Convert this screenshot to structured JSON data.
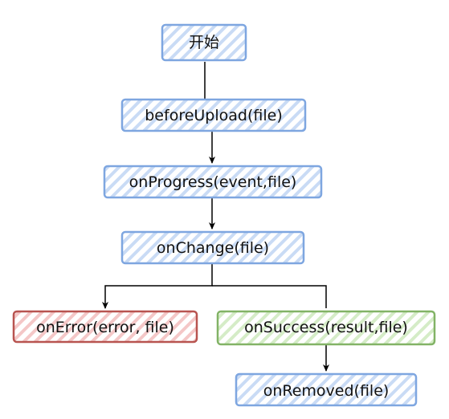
{
  "nodes": {
    "start": {
      "label": "开始",
      "style": "blue"
    },
    "before_upload": {
      "label": "beforeUpload(file)",
      "style": "blue"
    },
    "on_progress": {
      "label": "onProgress(event,file)",
      "style": "blue"
    },
    "on_change": {
      "label": "onChange(file)",
      "style": "blue"
    },
    "on_error": {
      "label": "onError(error, file)",
      "style": "red"
    },
    "on_success": {
      "label": "onSuccess(result,file)",
      "style": "green"
    },
    "on_removed": {
      "label": "onRemoved(file)",
      "style": "blue"
    }
  },
  "colors": {
    "blue_stroke": "#7ea6e0",
    "blue_hatch": "#c9dbf5",
    "red_stroke": "#b85450",
    "red_hatch": "#f4c7c7",
    "green_stroke": "#82b366",
    "green_hatch": "#d5ecc7",
    "edge": "#000000"
  }
}
